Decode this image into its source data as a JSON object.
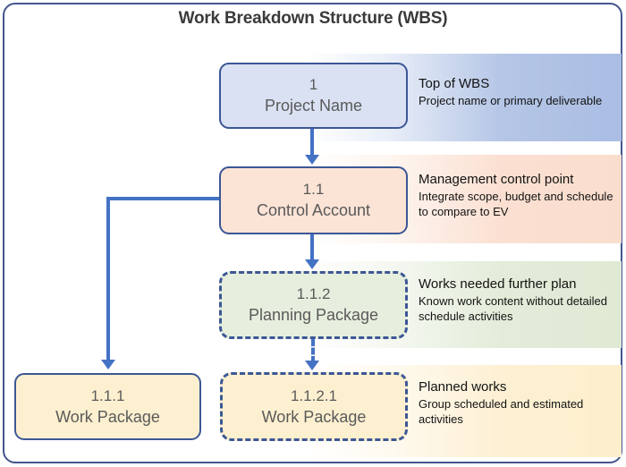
{
  "page": {
    "title": "Work Breakdown Structure (WBS)",
    "border_color": "#44558e",
    "background": "#ffffff"
  },
  "nodes": [
    {
      "id": "project",
      "number": "1",
      "name": "Project Name",
      "fill": "#dae1f3",
      "border_style": "solid",
      "border_color": "#3c5795"
    },
    {
      "id": "control-account",
      "number": "1.1",
      "name": "Control Account",
      "fill": "#fbe3d6",
      "border_style": "solid",
      "border_color": "#3c5795"
    },
    {
      "id": "planning-package",
      "number": "1.1.2",
      "name": "Planning Package",
      "fill": "#e6eedd",
      "border_style": "dashed",
      "border_color": "#3c5795"
    },
    {
      "id": "work-package-1",
      "number": "1.1.1",
      "name": "Work Package",
      "fill": "#fdf0d0",
      "border_style": "solid",
      "border_color": "#3c5795"
    },
    {
      "id": "work-package-2",
      "number": "1.1.2.1",
      "name": "Work Package",
      "fill": "#fdf0d0",
      "border_style": "dashed",
      "border_color": "#3c5795"
    }
  ],
  "descriptions": [
    {
      "id": "top-of-wbs",
      "heading": "Top of WBS",
      "body": "Project name or primary deliverable",
      "band_color": "#b5c6e6"
    },
    {
      "id": "management-control-point",
      "heading": "Management control point",
      "body": "Integrate scope, budget and schedule to compare to EV",
      "band_color": "#fbe0d2"
    },
    {
      "id": "works-needed-further-plan",
      "heading": "Works needed further plan",
      "body": "Known work content without detailed schedule activities",
      "band_color": "#e3ecd9"
    },
    {
      "id": "planned-works",
      "heading": "Planned works",
      "body": "Group scheduled and estimated activities",
      "band_color": "#fdf0d3"
    }
  ],
  "connectors": [
    {
      "id": "project-to-control-account",
      "from": "project",
      "to": "control-account",
      "style": "solid",
      "color": "#4472c4"
    },
    {
      "id": "control-account-to-planning-package",
      "from": "control-account",
      "to": "planning-package",
      "style": "solid",
      "color": "#4472c4"
    },
    {
      "id": "planning-package-to-work-package-2",
      "from": "planning-package",
      "to": "work-package-2",
      "style": "dashed",
      "color": "#4472c4"
    },
    {
      "id": "control-account-to-work-package-1",
      "from": "control-account",
      "to": "work-package-1",
      "style": "solid-elbow",
      "color": "#4472c4"
    }
  ]
}
